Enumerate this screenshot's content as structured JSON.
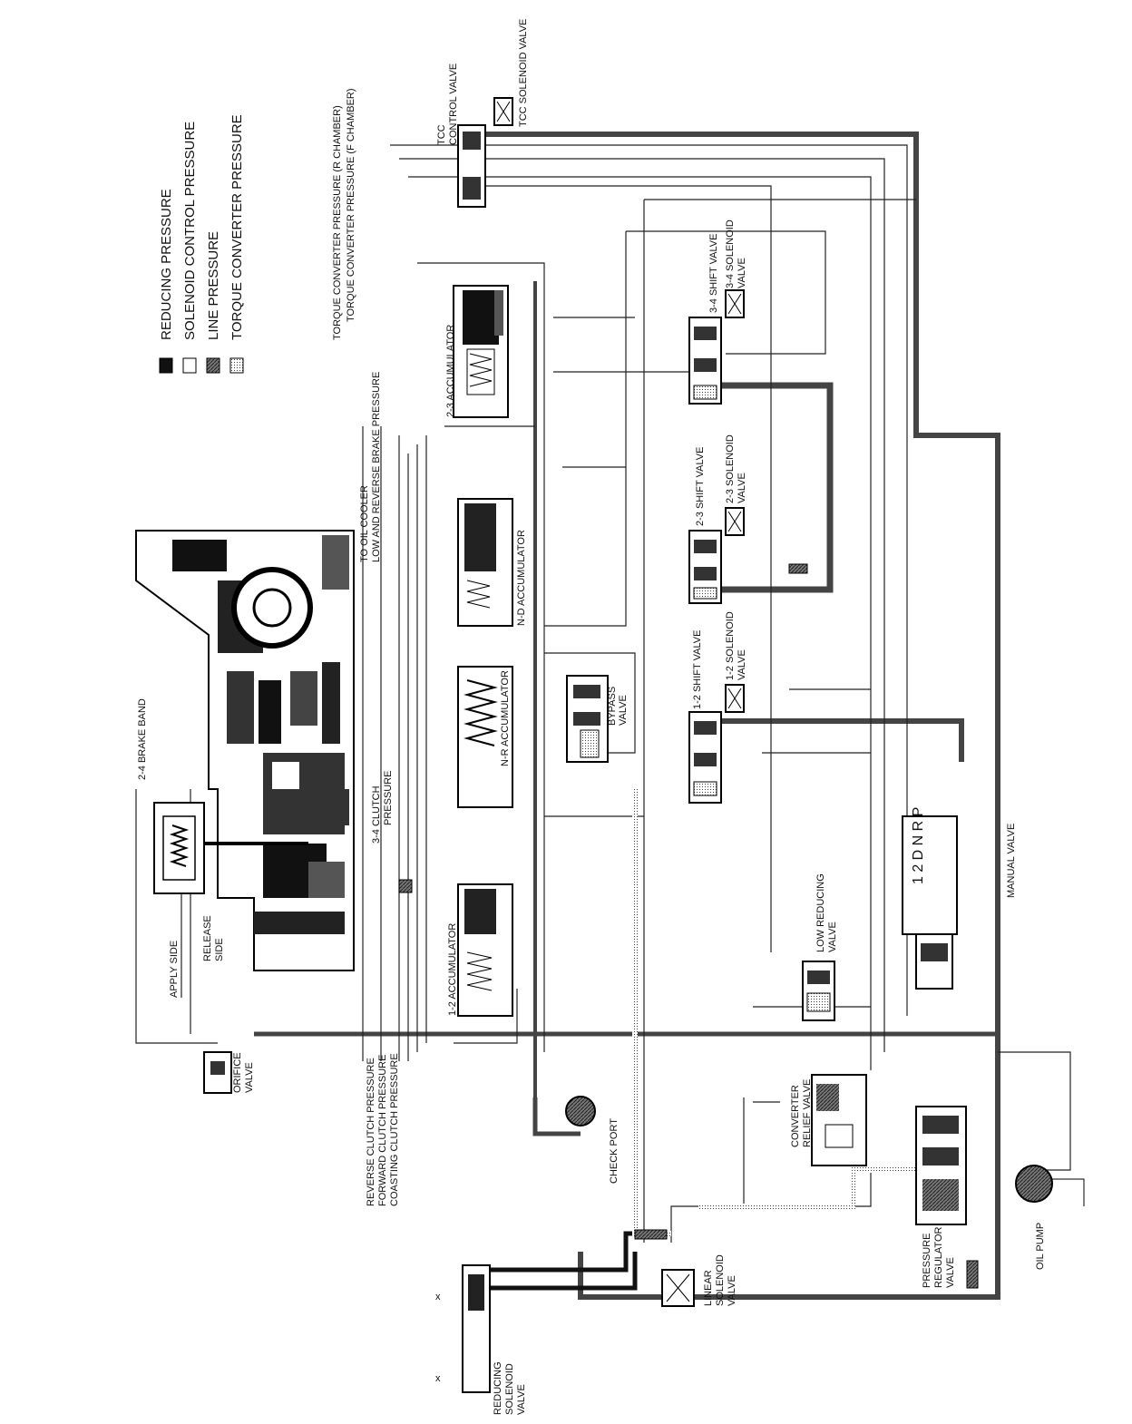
{
  "legend": {
    "items": [
      {
        "label": "REDUCING PRESSURE",
        "swatch": "#111111"
      },
      {
        "label": "SOLENOID CONTROL PRESSURE",
        "swatch": "#ffffff"
      },
      {
        "label": "LINE PRESSURE",
        "swatch": "#555555"
      },
      {
        "label": "TORQUE CONVERTER PRESSURE",
        "swatch": "#ffffff"
      }
    ]
  },
  "labels": {
    "tc_r_chamber": "TORQUE CONVERTER PRESSURE (R CHAMBER)",
    "tc_f_chamber": "TORQUE CONVERTER PRESSURE (F CHAMBER)",
    "tcc_control_valve_1": "TCC",
    "tcc_control_valve_2": "CONTROL VALVE",
    "tcc_solenoid_valve": "TCC SOLENOID VALVE",
    "to_oil_cooler": "TO OIL COOLER",
    "low_reverse_brake": "LOW AND REVERSE BRAKE PRESSURE",
    "acc_23": "2-3 ACCUMULATOR",
    "acc_nd": "N-D ACCUMULATOR",
    "acc_nr": "N-R ACCUMULATOR",
    "acc_12": "1-2 ACCUMULATOR",
    "shift_34": "3-4 SHIFT VALVE",
    "solenoid_34_1": "3-4 SOLENOID",
    "solenoid_34_2": "VALVE",
    "shift_23": "2-3 SHIFT VALVE",
    "solenoid_23_1": "2-3 SOLENOID",
    "solenoid_23_2": "VALVE",
    "shift_12": "1-2 SHIFT VALVE",
    "solenoid_12_1": "1-2 SOLENOID",
    "solenoid_12_2": "VALVE",
    "bypass_1": "BYPASS",
    "bypass_2": "VALVE",
    "brake_band": "2-4 BRAKE BAND",
    "clutch_34_1": "3-4 CLUTCH",
    "clutch_34_2": "PRESSURE",
    "release_1": "RELEASE",
    "release_2": "SIDE",
    "apply_side": "APPLY SIDE",
    "orifice_1": "ORIFICE",
    "orifice_2": "VALVE",
    "reverse_clutch": "REVERSE CLUTCH PRESSURE",
    "forward_clutch": "FORWARD CLUTCH PRESSURE",
    "coasting_clutch": "COASTING CLUTCH PRESSURE",
    "check_port": "CHECK PORT",
    "manual_valve": "MANUAL VALVE",
    "selector": "1 2 D N R P",
    "low_reducing_1": "LOW REDUCING",
    "low_reducing_2": "VALVE",
    "converter_relief_1": "CONVERTER",
    "converter_relief_2": "RELIEF VALVE",
    "pressure_reg_1": "PRESSURE",
    "pressure_reg_2": "REGULATOR",
    "pressure_reg_3": "VALVE",
    "oil_pump": "OIL PUMP",
    "linear_solenoid_1": "LINEAR",
    "linear_solenoid_2": "SOLENOID",
    "linear_solenoid_3": "VALVE",
    "reducing_solenoid_1": "REDUCING",
    "reducing_solenoid_2": "SOLENOID",
    "reducing_solenoid_3": "VALVE",
    "x_mark": "x"
  }
}
